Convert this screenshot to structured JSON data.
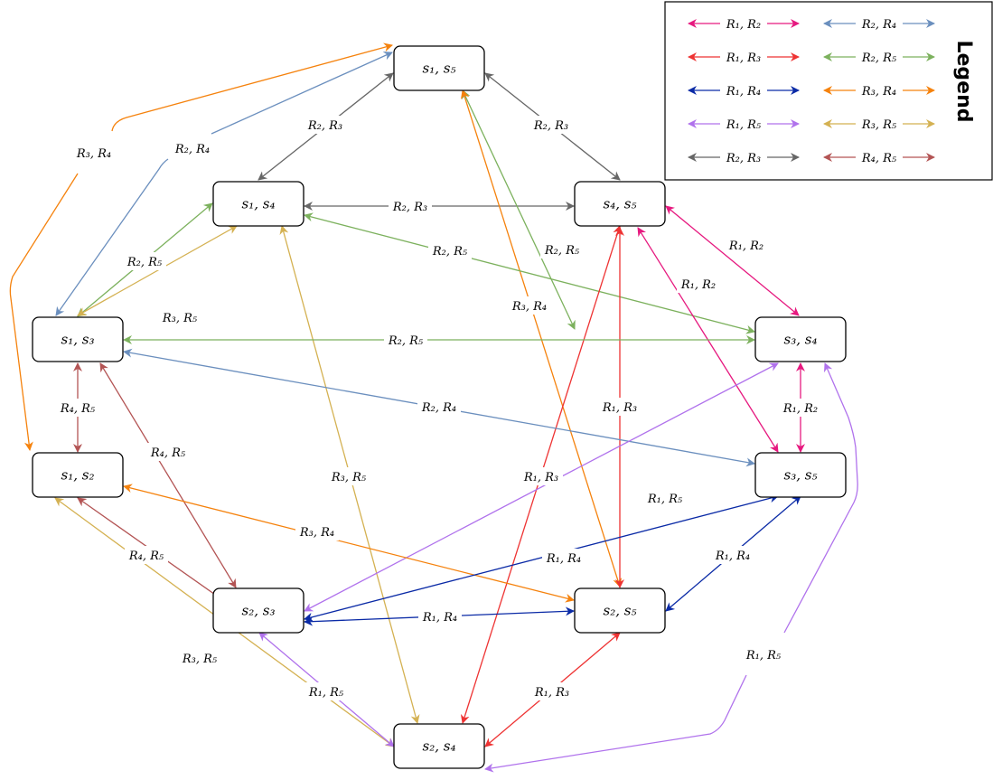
{
  "legend": {
    "title": "Legend",
    "items": [
      {
        "key": "r12",
        "label": "R₁, R₂",
        "color": "#e6197f"
      },
      {
        "key": "r24",
        "label": "R₂, R₄",
        "color": "#6b8fbe"
      },
      {
        "key": "r13",
        "label": "R₁, R₃",
        "color": "#ee3333"
      },
      {
        "key": "r25",
        "label": "R₂, R₅",
        "color": "#7cb15d"
      },
      {
        "key": "r14",
        "label": "R₁, R₄",
        "color": "#0a2aa6"
      },
      {
        "key": "r34",
        "label": "R₃, R₄",
        "color": "#f5820d"
      },
      {
        "key": "r15",
        "label": "R₁, R₅",
        "color": "#b072ec"
      },
      {
        "key": "r35",
        "label": "R₃, R₅",
        "color": "#d4b152"
      },
      {
        "key": "r23",
        "label": "R₂, R₃",
        "color": "#666666"
      },
      {
        "key": "r45",
        "label": "R₄, R₅",
        "color": "#b35454"
      }
    ]
  },
  "nodes": [
    {
      "id": "s15",
      "label": "s₁, s₅"
    },
    {
      "id": "s14",
      "label": "s₁, s₄"
    },
    {
      "id": "s45",
      "label": "s₄, s₅"
    },
    {
      "id": "s13",
      "label": "s₁, s₃"
    },
    {
      "id": "s34",
      "label": "s₃, s₄"
    },
    {
      "id": "s12",
      "label": "s₁, s₂"
    },
    {
      "id": "s35",
      "label": "s₃, s₅"
    },
    {
      "id": "s23",
      "label": "s₂, s₃"
    },
    {
      "id": "s25",
      "label": "s₂, s₅"
    },
    {
      "id": "s24",
      "label": "s₂, s₄"
    }
  ],
  "edges": [
    {
      "id": "e1",
      "from": "s12",
      "to": "s15",
      "rel": "r34",
      "label": "R₃, R₄"
    },
    {
      "id": "e2",
      "from": "s13",
      "to": "s15",
      "rel": "r24",
      "label": "R₂, R₄"
    },
    {
      "id": "e3",
      "from": "s14",
      "to": "s15",
      "rel": "r23",
      "label": "R₂, R₃"
    },
    {
      "id": "e4",
      "from": "s45",
      "to": "s15",
      "rel": "r23",
      "label": "R₂, R₃"
    },
    {
      "id": "e5",
      "from": "s14",
      "to": "s45",
      "rel": "r23",
      "label": "R₂, R₃"
    },
    {
      "id": "e6",
      "from": "s35",
      "to": "s15",
      "rel": "r25",
      "label": "R₂, R₅"
    },
    {
      "id": "e7",
      "from": "s25",
      "to": "s15",
      "rel": "r34",
      "label": "R₃, R₄"
    },
    {
      "id": "e8",
      "from": "s13",
      "to": "s14",
      "rel": "r25",
      "label": "R₂, R₅"
    },
    {
      "id": "e9",
      "from": "s14",
      "to": "s34",
      "rel": "r25",
      "label": "R₂, R₅"
    },
    {
      "id": "e10",
      "from": "s12",
      "to": "s14",
      "rel": "r35",
      "label": "R₃, R₅"
    },
    {
      "id": "e11",
      "from": "s24",
      "to": "s14",
      "rel": "r35",
      "label": "R₃, R₅"
    },
    {
      "id": "e12",
      "from": "s45",
      "to": "s34",
      "rel": "r12",
      "label": "R₁, R₂"
    },
    {
      "id": "e13",
      "from": "s45",
      "to": "s35",
      "rel": "r12",
      "label": "R₁, R₂"
    },
    {
      "id": "e14",
      "from": "s45",
      "to": "s25",
      "rel": "r13",
      "label": "R₁, R₃"
    },
    {
      "id": "e15",
      "from": "s24",
      "to": "s45",
      "rel": "r13",
      "label": "R₁, R₃"
    },
    {
      "id": "e16",
      "from": "s13",
      "to": "s34",
      "rel": "r25",
      "label": "R₂, R₅"
    },
    {
      "id": "e17",
      "from": "s13",
      "to": "s35",
      "rel": "r24",
      "label": "R₂, R₄"
    },
    {
      "id": "e18",
      "from": "s13",
      "to": "s12",
      "rel": "r45",
      "label": "R₄, R₅"
    },
    {
      "id": "e19",
      "from": "s13",
      "to": "s23",
      "rel": "r45",
      "label": "R₄, R₅"
    },
    {
      "id": "e20",
      "from": "s34",
      "to": "s35",
      "rel": "r12",
      "label": "R₁, R₂"
    },
    {
      "id": "e21",
      "from": "s23",
      "to": "s34",
      "rel": "r15",
      "label": "R₁, R₅"
    },
    {
      "id": "e22",
      "from": "s24",
      "to": "s34",
      "rel": "r15",
      "label": "R₁, R₅"
    },
    {
      "id": "e23",
      "from": "s12",
      "to": "s25",
      "rel": "r34",
      "label": "R₃, R₄"
    },
    {
      "id": "e24",
      "from": "s12",
      "to": "s23",
      "rel": "r45",
      "label": "R₄, R₅"
    },
    {
      "id": "e25",
      "from": "s12",
      "to": "s24",
      "rel": "r35",
      "label": "R₃, R₅"
    },
    {
      "id": "e26",
      "from": "s23",
      "to": "s35",
      "rel": "r14",
      "label": "R₁, R₄"
    },
    {
      "id": "e27",
      "from": "s25",
      "to": "s35",
      "rel": "r14",
      "label": "R₁, R₄"
    },
    {
      "id": "e28",
      "from": "s23",
      "to": "s25",
      "rel": "r14",
      "label": "R₁, R₄"
    },
    {
      "id": "e29",
      "from": "s23",
      "to": "s24",
      "rel": "r15",
      "label": "R₁, R₅"
    },
    {
      "id": "e30",
      "from": "s24",
      "to": "s25",
      "rel": "r13",
      "label": "R₁, R₃"
    }
  ]
}
